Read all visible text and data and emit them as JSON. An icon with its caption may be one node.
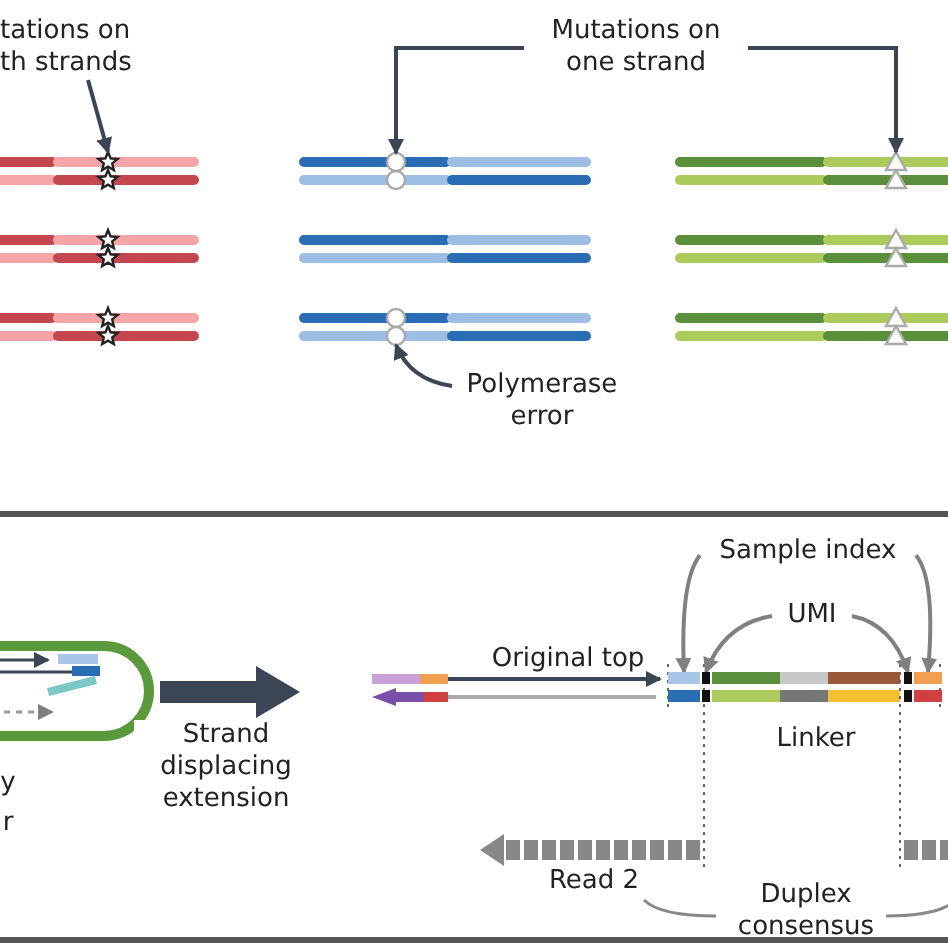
{
  "diagram": {
    "nodes": [
      {
        "text": [
          "tations on th strands"
        ]
      },
      {
        "text": [],
        "shape": "star"
      },
      {
        "text": [
          "Mutations on one strand"
        ]
      },
      {
        "text": [],
        "shape": "circle"
      },
      {
        "text": [],
        "shape": "triangle"
      },
      {
        "text": [
          "Polymerase error"
        ]
      },
      {
        "text": [],
        "shape": "circle"
      },
      {
        "text": [],
        "shape": "picture"
      },
      {
        "text": [],
        "shape": "picture"
      },
      {
        "text": [
          "Sample index"
        ]
      },
      {
        "text": [],
        "shape": "bar"
      },
      {
        "text": [],
        "shape": "bar"
      },
      {
        "text": [],
        "shape": "bar"
      },
      {
        "text": [],
        "shape": "bar"
      },
      {
        "text": [
          "UMI"
        ]
      }
    ],
    "edges": [
      {
        "from": 0,
        "to": 1,
        "arrow": "to"
      },
      {
        "from": 2,
        "to": 3,
        "arrow": "to"
      },
      {
        "from": 2,
        "to": 4,
        "arrow": "to"
      },
      {
        "from": 5,
        "to": 6,
        "arrow": "to"
      },
      {
        "from": 7,
        "to": 8,
        "arrow": "to",
        "label": "Strand displacing extension",
        "style": "thick"
      },
      {
        "from": 9,
        "to": 10,
        "arrow": "to",
        "color": "#808080"
      },
      {
        "from": 9,
        "to": 13,
        "arrow": "to",
        "color": "#808080"
      },
      {
        "from": 14,
        "to": 11,
        "arrow": "to",
        "color": "#808080"
      },
      {
        "from": 14,
        "to": 12,
        "arrow": "to",
        "color": "#808080"
      }
    ],
    "labels": [
      "y",
      "r",
      "Original top",
      "Linker",
      "Read 2",
      "Duplex consensus"
    ]
  }
}
